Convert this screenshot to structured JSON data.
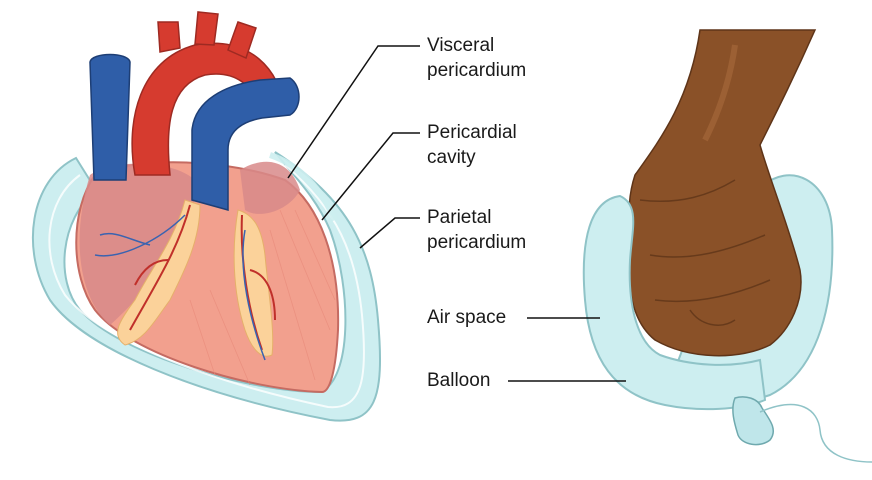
{
  "labels": {
    "visceral_pericardium": {
      "line1": "Visceral",
      "line2": "pericardium"
    },
    "pericardial_cavity": {
      "line1": "Pericardial",
      "line2": "cavity"
    },
    "parietal_pericardium": {
      "line1": "Parietal",
      "line2": "pericardium"
    },
    "air_space": "Air space",
    "balloon": "Balloon"
  }
}
